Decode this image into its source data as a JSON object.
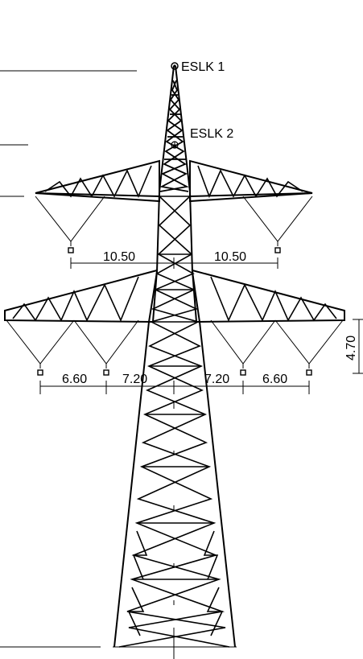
{
  "earth_wires": [
    {
      "id": "eslk1",
      "label": "ESLK 1"
    },
    {
      "id": "eslk2",
      "label": "ESLK 2"
    }
  ],
  "dimensions": {
    "upper_left": "10.50",
    "upper_right": "10.50",
    "lower_outer_left": "6.60",
    "lower_inner_left": "7.20",
    "lower_inner_right": "7.20",
    "lower_outer_right": "6.60",
    "vertical_right": "4.70"
  }
}
